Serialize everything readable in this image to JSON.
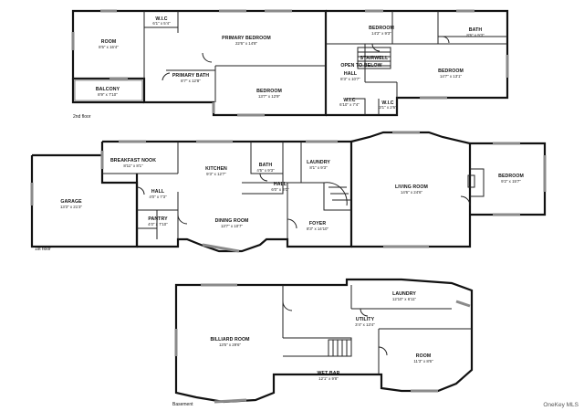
{
  "floors": [
    {
      "label": "2nd floor",
      "rooms": [
        {
          "name": "ROOM",
          "dims": "8'5\" x 16'4\""
        },
        {
          "name": "W.I.C",
          "dims": "6'1\" x 5'4\""
        },
        {
          "name": "PRIMARY BEDROOM",
          "dims": "22'6\" x 14'8\""
        },
        {
          "name": "PRIMARY BATH",
          "dims": "8'7\" x 12'8\""
        },
        {
          "name": "BALCONY",
          "dims": "8'9\" x 7'10\""
        },
        {
          "name": "BEDROOM",
          "dims": "13'7\" x 12'9\""
        },
        {
          "name": "BEDROOM",
          "dims": "14'2\" x 9'3\""
        },
        {
          "name": "BATH",
          "dims": "8'6\" x 9'3\""
        },
        {
          "name": "STAIRWELL",
          "dims": ""
        },
        {
          "name": "OPEN TO BELOW",
          "dims": ""
        },
        {
          "name": "BEDROOM",
          "dims": "14'7\" x 13'1\""
        },
        {
          "name": "HALL",
          "dims": "8'3\" x 10'7\""
        },
        {
          "name": "W.I.C",
          "dims": "6'10\" x 7'4\""
        },
        {
          "name": "W.I.C",
          "dims": "3'1\" x 2'6\""
        }
      ]
    },
    {
      "label": "1st floor",
      "rooms": [
        {
          "name": "BREAKFAST NOOK",
          "dims": "8'11\" x 8'1\""
        },
        {
          "name": "KITCHEN",
          "dims": "9'3\" x 12'7\""
        },
        {
          "name": "BATH",
          "dims": "4'5\" x 9'3\""
        },
        {
          "name": "LAUNDRY",
          "dims": "8'1\" x 9'3\""
        },
        {
          "name": "HALL",
          "dims": "6'0\" x 3'0\""
        },
        {
          "name": "LIVING ROOM",
          "dims": "14'6\" x 24'6\""
        },
        {
          "name": "BEDROOM",
          "dims": "9'2\" x 15'7\""
        },
        {
          "name": "GARAGE",
          "dims": "13'3\" x 21'3\""
        },
        {
          "name": "HALL",
          "dims": "4'0\" x 7'3\""
        },
        {
          "name": "PANTRY",
          "dims": "4'0\" x 7'10\""
        },
        {
          "name": "DINING ROOM",
          "dims": "13'7\" x 10'7\""
        },
        {
          "name": "FOYER",
          "dims": "8'3\" x 14'10\""
        }
      ]
    },
    {
      "label": "Basement",
      "rooms": [
        {
          "name": "LAUNDRY",
          "dims": "12'10\" x 6'11\""
        },
        {
          "name": "UTILITY",
          "dims": "3'4\" x 13'4\""
        },
        {
          "name": "BILLIARD ROOM",
          "dims": "13'5\" x 29'6\""
        },
        {
          "name": "ROOM",
          "dims": "11'3\" x 8'6\""
        },
        {
          "name": "WET BAR",
          "dims": "12'1\" x 9'8\""
        }
      ]
    }
  ],
  "watermark": "OneKey MLS"
}
